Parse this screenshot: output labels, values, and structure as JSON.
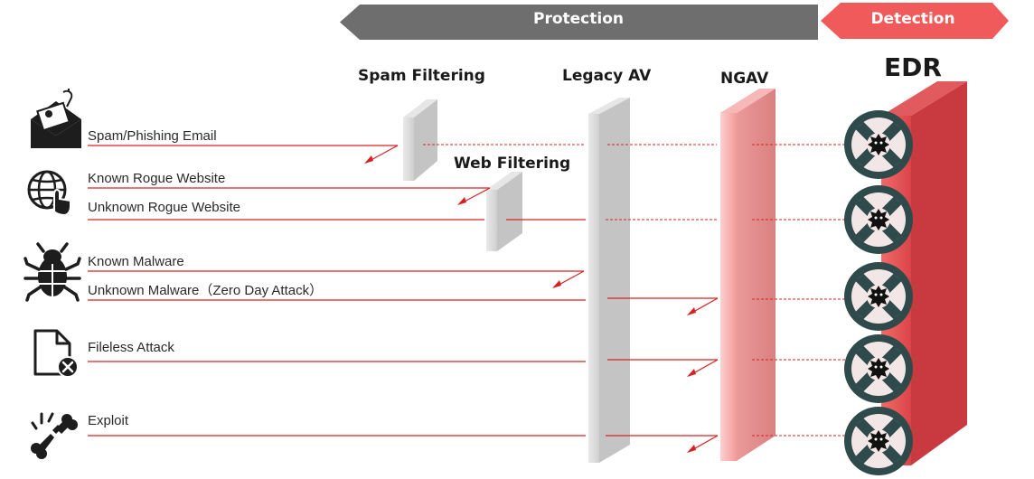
{
  "banners": {
    "protection": "Protection",
    "detection": "Detection"
  },
  "layers": {
    "spam_filtering": "Spam Filtering",
    "web_filtering": "Web Filtering",
    "legacy_av": "Legacy AV",
    "ngav": "NGAV",
    "edr": "EDR"
  },
  "threats": [
    {
      "label": "Spam/Phishing Email",
      "icon": "envelope-phishing-icon"
    },
    {
      "label": "Known Rogue Website",
      "icon": "globe-cursor-icon"
    },
    {
      "label": "Unknown Rogue Website",
      "icon": "globe-cursor-icon"
    },
    {
      "label": "Known Malware",
      "icon": "bug-icon"
    },
    {
      "label": "Unknown Malware（Zero Day Attack）",
      "icon": "bug-icon"
    },
    {
      "label": "Fileless Attack",
      "icon": "file-error-icon"
    },
    {
      "label": "Exploit",
      "icon": "broken-bone-icon"
    }
  ],
  "colors": {
    "protection_banner": "#6e6e6e",
    "detection_banner": "#f05a5a",
    "threat_line": "#d92020",
    "gray_wall": "#d0d0d0",
    "ngav_wall": "#f4a6a6",
    "edr_wall": "#d9474b",
    "edr_badge": "#2f4a4a"
  }
}
